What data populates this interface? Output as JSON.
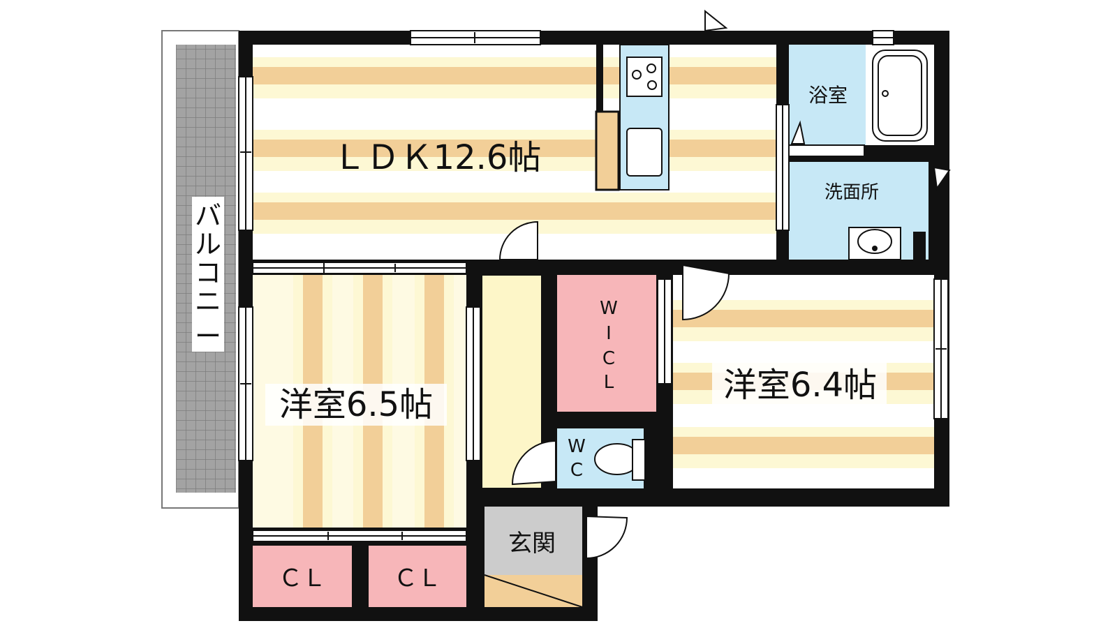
{
  "rooms": {
    "ldk": "ＬＤＫ12.6帖",
    "western_left": "洋室6.5帖",
    "western_right": "洋室6.4帖",
    "bath": "浴室",
    "washroom": "洗面所",
    "wic": [
      "W",
      "I",
      "C",
      "L"
    ],
    "wc": [
      "W",
      "C"
    ],
    "entrance": "玄関",
    "closet_1": "ＣＬ",
    "closet_2": "ＣＬ",
    "balcony": [
      "バ",
      "ル",
      "コ",
      "ニ",
      "ー"
    ]
  },
  "colors": {
    "wall": "#111111",
    "floor_stripe": "#f2cf98",
    "floor_light": "#fdf8d4",
    "water_area": "#c7e8f6",
    "closet": "#f7b6b9",
    "hall": "#fdf6c8",
    "entrance": "#cccccc",
    "entrance_step": "#f2cf98",
    "balcony_grid": "#a8a8a8"
  }
}
